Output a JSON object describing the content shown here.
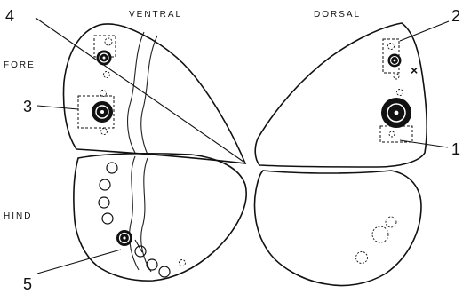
{
  "labels": {
    "ventral": "VENTRAL",
    "dorsal": "DORSAL",
    "fore": "FORE",
    "hind": "HIND"
  },
  "callouts": [
    "1",
    "2",
    "3",
    "4",
    "5"
  ],
  "marker_x": "×"
}
